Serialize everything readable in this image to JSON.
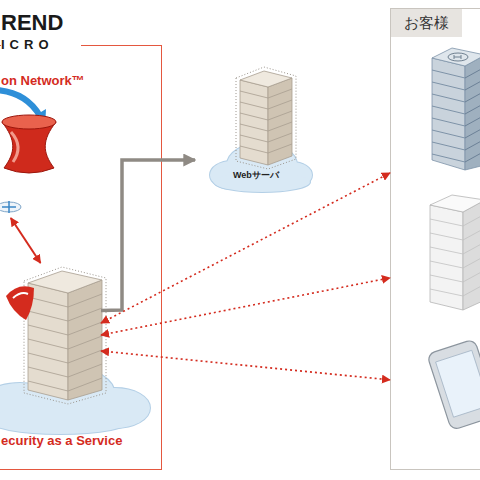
{
  "diagram": {
    "nodes": [
      {
        "text": [
          "REND ICRO"
        ]
      },
      {
        "text": [
          "on Network™"
        ],
        "in": 0
      },
      {
        "text": [
          "ecurity as a Service"
        ],
        "in": 0
      },
      {
        "text": [
          "Webサーバ"
        ]
      },
      {
        "text": [
          "お客様"
        ]
      }
    ],
    "edges": [
      {
        "from": 1,
        "to": 2,
        "arrow": "both"
      },
      {
        "from": 2,
        "to": 3,
        "arrow": "to"
      },
      {
        "from": 2,
        "to": 4,
        "arrow": "both"
      },
      {
        "from": 2,
        "to": 4,
        "arrow": "both"
      },
      {
        "from": 2,
        "to": 4,
        "arrow": "both"
      }
    ]
  }
}
